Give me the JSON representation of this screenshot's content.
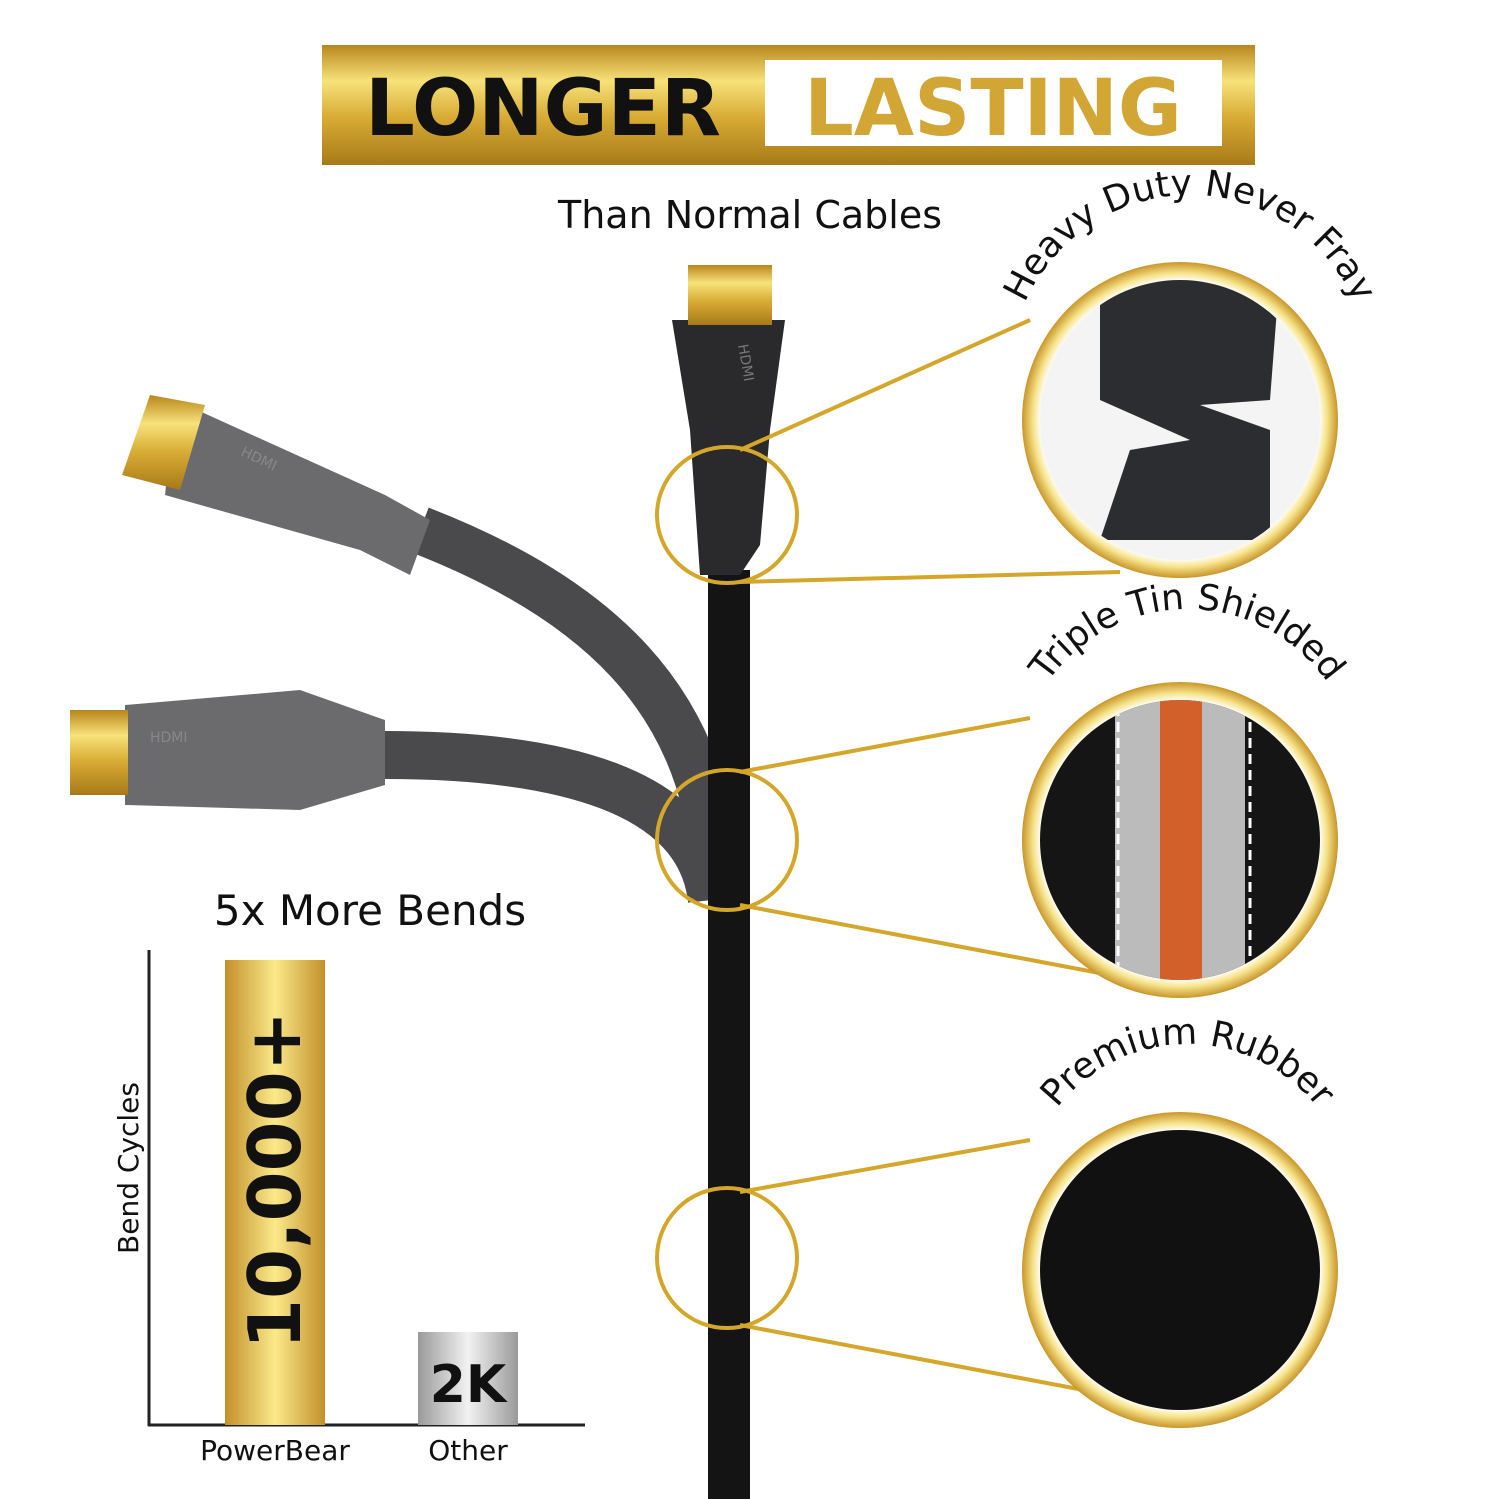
{
  "banner": {
    "word1": "LONGER",
    "word2": "LASTING",
    "subtitle": "Than Normal Cables"
  },
  "features": [
    {
      "label": "Heavy Duty Never Fray"
    },
    {
      "label": "Triple Tin Shielded"
    },
    {
      "label": "Premium Rubber"
    }
  ],
  "connector_logo": "HDMI",
  "colors": {
    "gold": "#d4a62a",
    "gold_light": "#f7e27a",
    "cable_black": "#141414",
    "connector_gray": "#6b6b6d",
    "copper": "#d2602a",
    "silver": "#c8c8c8"
  },
  "chart_data": {
    "type": "bar",
    "title": "5x More Bends",
    "ylabel": "Bend Cycles",
    "xlabel": "",
    "categories": [
      "PowerBear",
      "Other"
    ],
    "values": [
      10000,
      2000
    ],
    "data_labels": [
      "10,000+",
      "2K"
    ],
    "ylim": [
      0,
      10000
    ]
  }
}
